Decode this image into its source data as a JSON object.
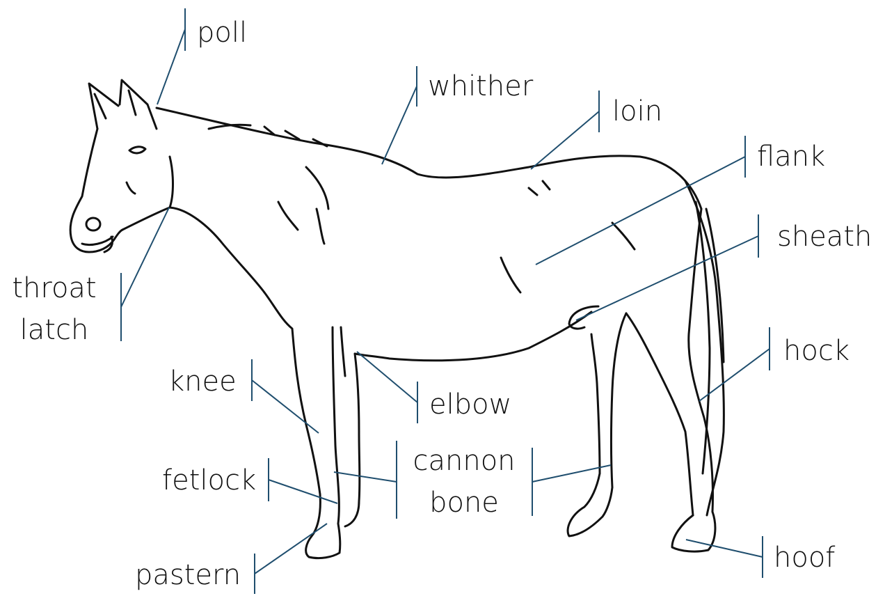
{
  "diagram": {
    "labels": {
      "poll": "poll",
      "whither": "whither",
      "loin": "loin",
      "flank": "flank",
      "sheath": "sheath",
      "throat_latch": [
        "throat",
        "latch"
      ],
      "knee": "knee",
      "elbow": "elbow",
      "hock": "hock",
      "fetlock": "fetlock",
      "cannon_bone": [
        "cannon",
        "bone"
      ],
      "pastern": "pastern",
      "hoof": "hoof"
    },
    "colors": {
      "leader": "#1f4e6e",
      "outline": "#111111",
      "text": "#111111"
    }
  }
}
